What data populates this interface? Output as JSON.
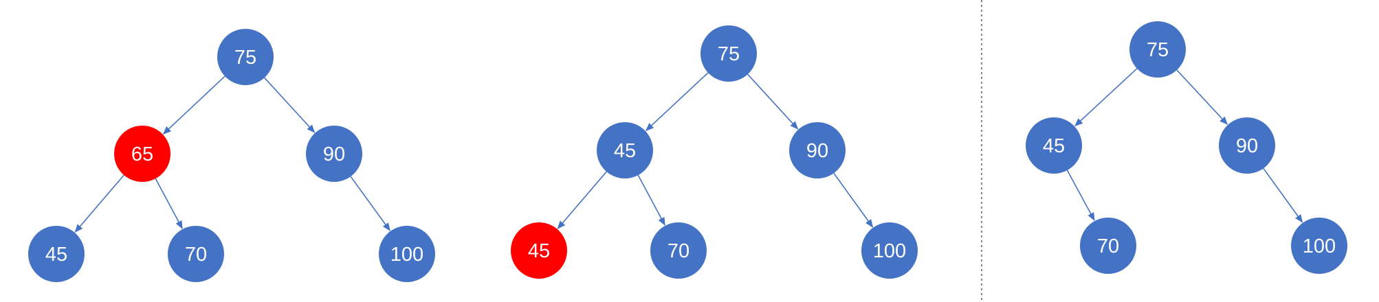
{
  "colors": {
    "node_fill": "#4472C4",
    "highlight_fill": "#FF0000",
    "edge": "#4472C4",
    "label": "#FFFFFF",
    "separator": "#555555"
  },
  "trees": [
    {
      "nodes": [
        {
          "id": "t1-root",
          "label": "75",
          "highlight": false
        },
        {
          "id": "t1-left",
          "label": "65",
          "highlight": true
        },
        {
          "id": "t1-right",
          "label": "90",
          "highlight": false
        },
        {
          "id": "t1-left-left",
          "label": "45",
          "highlight": false
        },
        {
          "id": "t1-left-right",
          "label": "70",
          "highlight": false
        },
        {
          "id": "t1-right-right",
          "label": "100",
          "highlight": false
        }
      ],
      "edges": [
        [
          "t1-root",
          "t1-left"
        ],
        [
          "t1-root",
          "t1-right"
        ],
        [
          "t1-left",
          "t1-left-left"
        ],
        [
          "t1-left",
          "t1-left-right"
        ],
        [
          "t1-right",
          "t1-right-right"
        ]
      ]
    },
    {
      "nodes": [
        {
          "id": "t2-root",
          "label": "75",
          "highlight": false
        },
        {
          "id": "t2-left",
          "label": "45",
          "highlight": false
        },
        {
          "id": "t2-right",
          "label": "90",
          "highlight": false
        },
        {
          "id": "t2-left-left",
          "label": "45",
          "highlight": true
        },
        {
          "id": "t2-left-right",
          "label": "70",
          "highlight": false
        },
        {
          "id": "t2-right-right",
          "label": "100",
          "highlight": false
        }
      ],
      "edges": [
        [
          "t2-root",
          "t2-left"
        ],
        [
          "t2-root",
          "t2-right"
        ],
        [
          "t2-left",
          "t2-left-left"
        ],
        [
          "t2-left",
          "t2-left-right"
        ],
        [
          "t2-right",
          "t2-right-right"
        ]
      ]
    },
    {
      "nodes": [
        {
          "id": "t3-root",
          "label": "75",
          "highlight": false
        },
        {
          "id": "t3-left",
          "label": "45",
          "highlight": false
        },
        {
          "id": "t3-right",
          "label": "90",
          "highlight": false
        },
        {
          "id": "t3-left-right",
          "label": "70",
          "highlight": false
        },
        {
          "id": "t3-right-right",
          "label": "100",
          "highlight": false
        }
      ],
      "edges": [
        [
          "t3-root",
          "t3-left"
        ],
        [
          "t3-root",
          "t3-right"
        ],
        [
          "t3-left",
          "t3-left-right"
        ],
        [
          "t3-right",
          "t3-right-right"
        ]
      ]
    }
  ]
}
